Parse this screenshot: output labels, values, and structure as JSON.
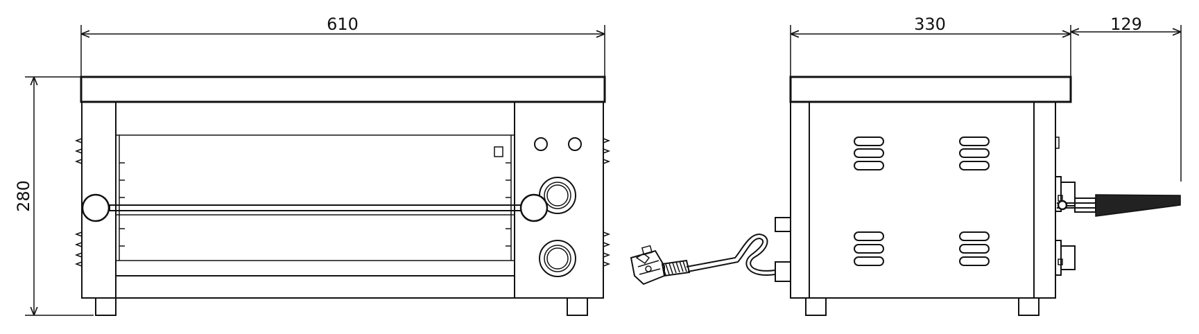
{
  "dimensions": {
    "front_width": "610",
    "height": "280",
    "side_depth": "330",
    "handle_extension": "129"
  }
}
